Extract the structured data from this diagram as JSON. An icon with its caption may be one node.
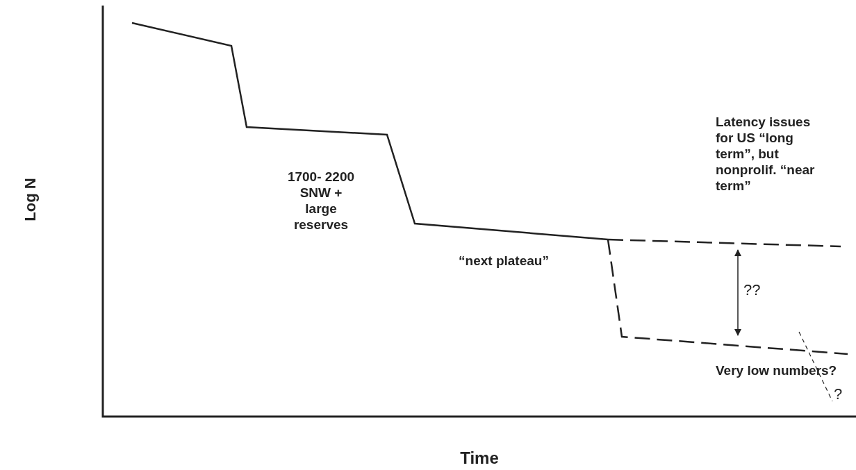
{
  "diagram": {
    "labels": [
      "Log N",
      "1700- 2200 SNW + large reserves",
      "Latency issues for US “long term”, but nonprolif. “near term”",
      "“next plateau”",
      "??",
      "Very low numbers?",
      "?",
      "Time"
    ]
  }
}
